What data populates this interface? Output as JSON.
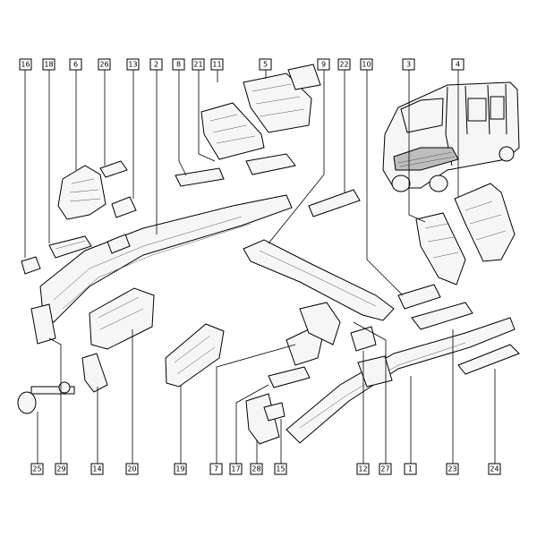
{
  "top_labels": [
    "16",
    "18",
    "6",
    "26",
    "13",
    "2",
    "8",
    "21",
    "11",
    "5",
    "9",
    "22",
    "10",
    "3",
    "4"
  ],
  "bottom_labels": [
    "25",
    "29",
    "14",
    "20",
    "19",
    "7",
    "17",
    "28",
    "15",
    "12",
    "27",
    "1",
    "23",
    "24"
  ]
}
